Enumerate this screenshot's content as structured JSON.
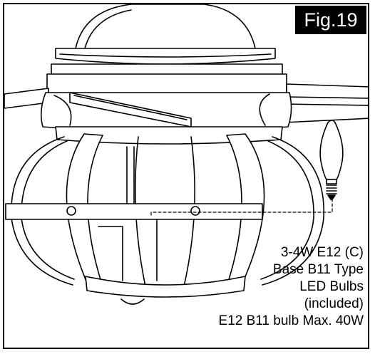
{
  "figure": {
    "label": "Fig.19"
  },
  "caption": {
    "lines": [
      "3-4W E12 (C)",
      "Base B11 Type",
      "LED Bulbs",
      "(included)",
      "E12 B11 bulb Max. 40W"
    ]
  },
  "colors": {
    "ink": "#000000",
    "paper": "#ffffff",
    "label_bg": "#000000",
    "label_text": "#ffffff"
  },
  "icons": {
    "bulb": "candelabra-bulb-icon"
  }
}
